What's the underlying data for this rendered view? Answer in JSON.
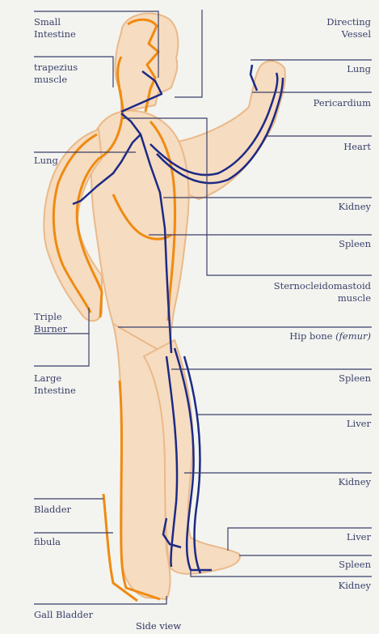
{
  "labels_left": {
    "small_intestine": [
      "Small",
      "Intestine"
    ],
    "trapezius_muscle": [
      "trapezius",
      "muscle"
    ],
    "lung": "Lung",
    "triple_burner": [
      "Triple",
      "Burner"
    ],
    "large_intestine": [
      "Large",
      "Intestine"
    ],
    "bladder": "Bladder",
    "fibula": "fibula",
    "gall_bladder": "Gall Bladder"
  },
  "labels_right": {
    "directing_vessel": [
      "Directing",
      "Vessel"
    ],
    "lung": "Lung",
    "pericardium": "Pericardium",
    "heart": "Heart",
    "kidney_1": "Kidney",
    "spleen_1": "Spleen",
    "sternocleidomastoid": [
      "Sternocleidomastoid",
      "muscle"
    ],
    "hip_bone": "Hip bone",
    "hip_bone_paren": "(femur)",
    "spleen_2": "Spleen",
    "liver_1": "Liver",
    "kidney_2": "Kidney",
    "liver_2": "Liver",
    "spleen_3": "Spleen",
    "kidney_3": "Kidney"
  },
  "caption": "Side view",
  "colors": {
    "skin": "#f6dcc0",
    "skin_edge": "#eab98a",
    "channel_orange": "#ef8a10",
    "channel_blue": "#1c2a86",
    "leader": "#3a3f6a",
    "label_text": "#3a3f6a"
  }
}
